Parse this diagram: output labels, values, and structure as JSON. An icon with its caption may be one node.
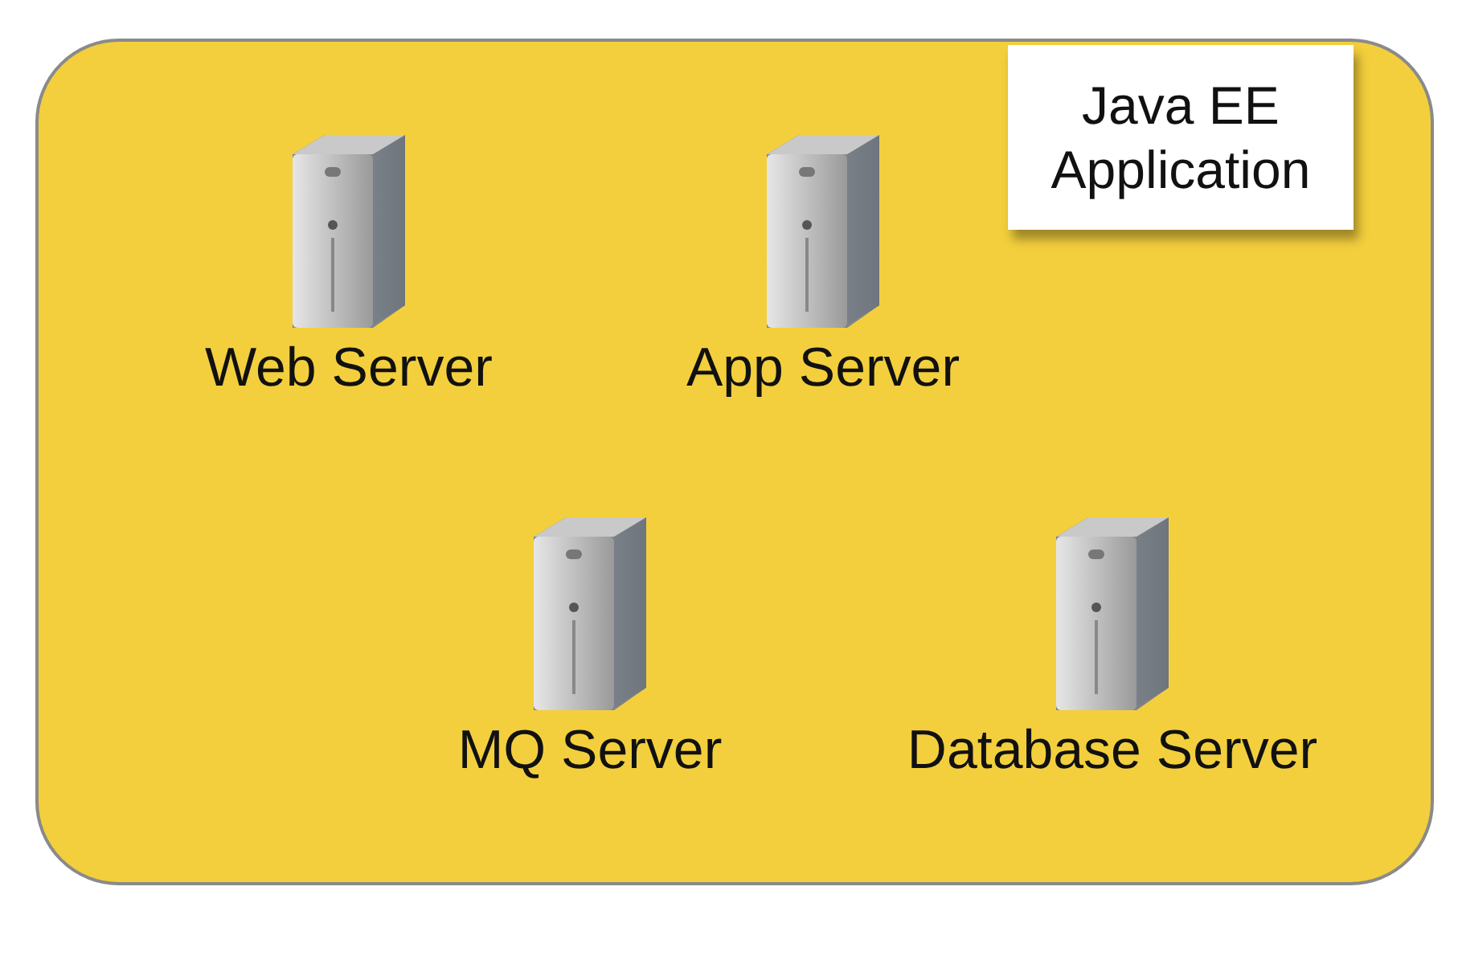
{
  "diagram": {
    "nodes": [
      {
        "text": [],
        "shape": "box"
      },
      {
        "text": [
          "Web Server"
        ],
        "in": 0
      },
      {
        "text": [
          "App Server"
        ],
        "in": 0
      },
      {
        "text": [
          "Java EE Application"
        ],
        "in": 0
      },
      {
        "text": [
          "MQ Server"
        ],
        "in": 0
      },
      {
        "text": [
          "Database Server"
        ],
        "in": 0
      }
    ],
    "edges": []
  }
}
